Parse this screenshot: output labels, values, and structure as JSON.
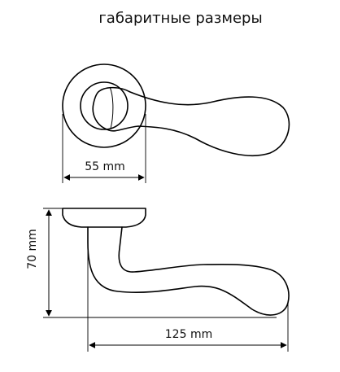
{
  "title": "габаритные размеры",
  "dimensions": {
    "rosette_width": "55 mm",
    "height": "70 mm",
    "length": "125 mm"
  }
}
